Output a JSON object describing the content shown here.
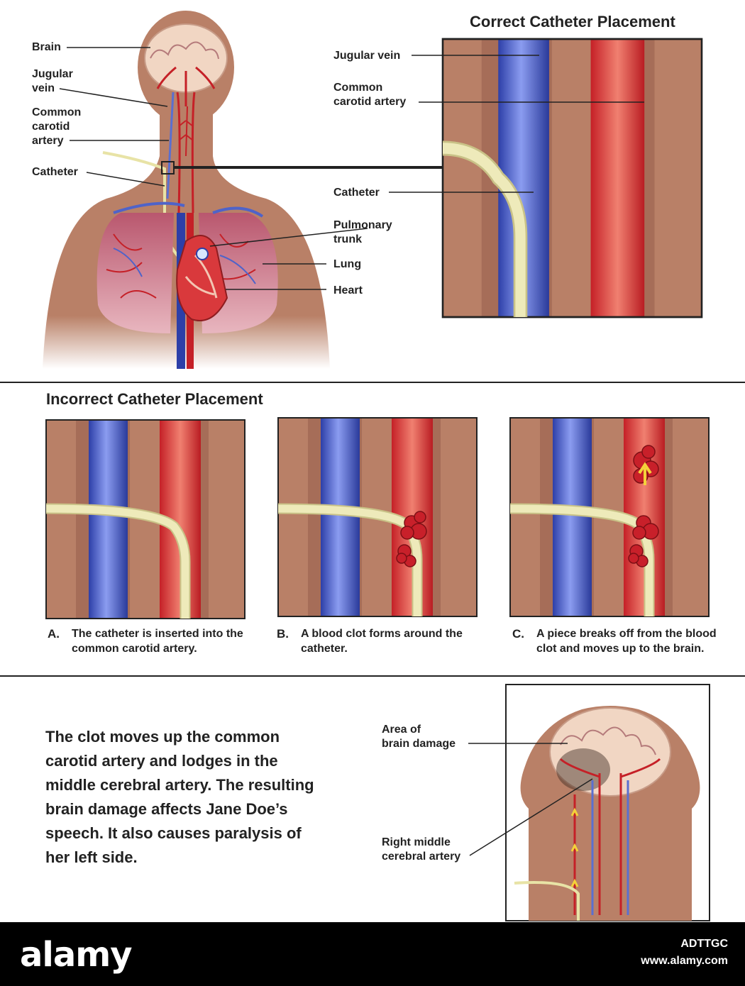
{
  "top": {
    "labels": {
      "brain": "Brain",
      "jugular_vein": "Jugular\nvein",
      "common_carotid": "Common\ncarotid\nartery",
      "catheter": "Catheter",
      "jugular_vein_right": "Jugular vein",
      "common_carotid_right": "Common\ncarotid artery",
      "catheter_right": "Catheter",
      "pulmonary_trunk": "Pulmonary\ntrunk",
      "lung": "Lung",
      "heart": "Heart"
    },
    "correct_title": "Correct Catheter Placement"
  },
  "middle": {
    "title": "Incorrect Catheter Placement",
    "panels": [
      {
        "letter": "A.",
        "caption": "The catheter is inserted into the common carotid artery."
      },
      {
        "letter": "B.",
        "caption": "A blood clot forms around the catheter."
      },
      {
        "letter": "C.",
        "caption": "A piece breaks off from the blood clot and moves up to the brain."
      }
    ]
  },
  "bottom": {
    "paragraph": "The clot moves up the common carotid artery and lodges in the middle cerebral artery.  The resulting brain damage affects Jane Doe’s speech.  It also causes paralysis of her left side.",
    "labels": {
      "area_damage": "Area of\nbrain damage",
      "right_mca": "Right middle\ncerebral artery"
    }
  },
  "footer": {
    "logo": "alamy",
    "image_code": "ADTTGC",
    "site": "www.alamy.com"
  },
  "colors": {
    "tissue": "#b98067",
    "vein": "#5a6fd0",
    "artery": "#d9393c",
    "catheter": "#e8e3a6",
    "clot": "#c8202a"
  }
}
